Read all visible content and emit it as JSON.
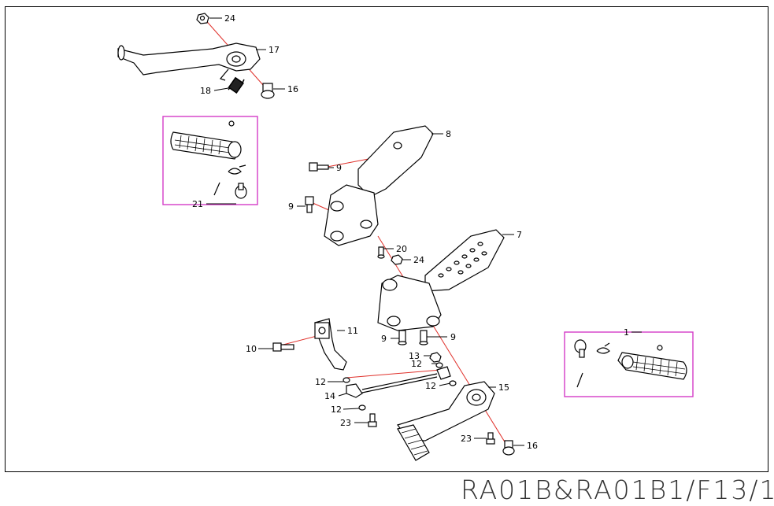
{
  "document_id": "RA01B&RA01B1/F13/1",
  "callouts": {
    "c24a": "24",
    "c17": "17",
    "c18": "18",
    "c16a": "16",
    "c21": "21",
    "c8": "8",
    "c9a": "9",
    "c9b": "9",
    "c7": "7",
    "c20": "20",
    "c24b": "24",
    "c9c": "9",
    "c9d": "9",
    "c11": "11",
    "c10": "10",
    "c13": "13",
    "c12a": "12",
    "c12b": "12",
    "c12c": "12",
    "c12d": "12",
    "c14": "14",
    "c15": "15",
    "c23a": "23",
    "c23b": "23",
    "c16b": "16",
    "c1": "1"
  },
  "colors": {
    "frame": "#000000",
    "kit_box": "#d43cc8",
    "axis_line": "#e0312b",
    "ink": "#000000"
  }
}
